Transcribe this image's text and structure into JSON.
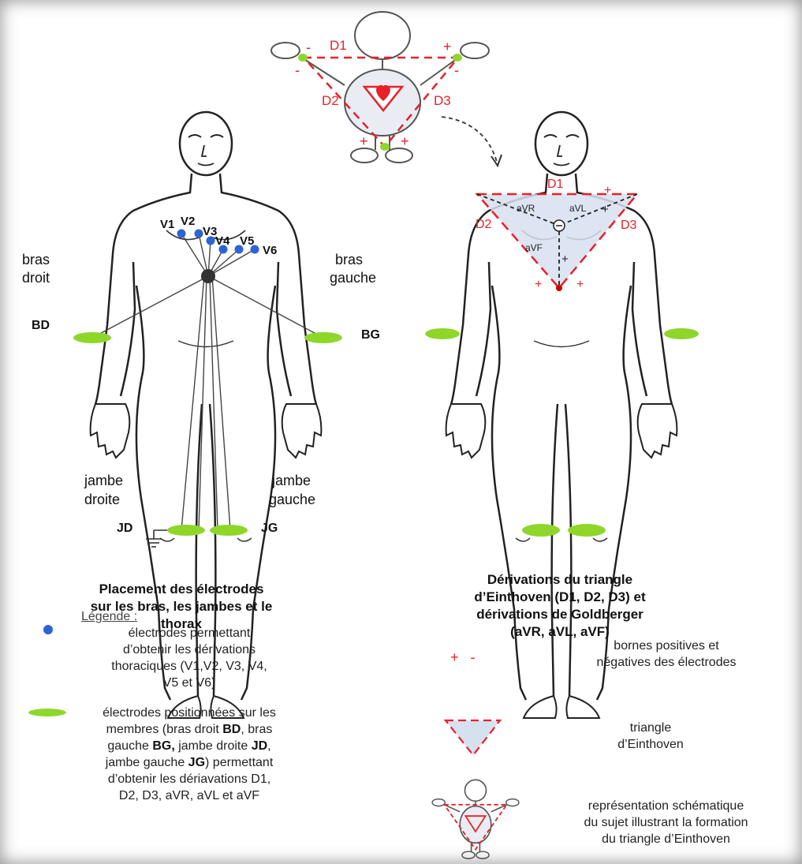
{
  "schema": {
    "labels": {
      "d1": "D1",
      "d2": "D2",
      "d3": "D3",
      "plus": "+",
      "minus": "-"
    }
  },
  "left_figure": {
    "precordial": [
      "V1",
      "V2",
      "V3",
      "V4",
      "V5",
      "V6"
    ],
    "bras_droit": [
      "bras",
      "droit"
    ],
    "bras_gauche": [
      "bras",
      "gauche"
    ],
    "jambe_droite": [
      "jambe",
      "droite"
    ],
    "jambe_gauche": [
      "jambe",
      "gauche"
    ],
    "bd": "BD",
    "bg": "BG",
    "jd": "JD",
    "jg": "JG",
    "caption": [
      "Placement des électrodes",
      "sur les bras, les jambes et le",
      "thorax"
    ]
  },
  "right_figure": {
    "d1": "D1",
    "d2": "D2",
    "d3": "D3",
    "avr": "aVR",
    "avl": "aVL",
    "avf": "aVF",
    "plus": "+",
    "minus": "−",
    "caption": [
      "Dérivations du triangle",
      "d’Einthoven (D1, D2, D3) et",
      "dérivations de Goldberger",
      "(aVR, aVL, aVF)"
    ]
  },
  "legend": {
    "title": "Légende :",
    "blue_dot": [
      "électrodes permettant",
      "d’obtenir les dérivations",
      "thoraciques (V1,V2, V3, V4,",
      "V5 et V6)"
    ],
    "green": {
      "line1": "électrodes positionnées sur les",
      "line2_a": "membres (bras droit ",
      "line2_b": "BD",
      "line2_c": ", bras",
      "line3_a": "gauche ",
      "line3_b": "BG,",
      "line3_c": " jambe droite ",
      "line3_d": "JD",
      "line3_e": ",",
      "line4_a": "jambe gauche ",
      "line4_b": "JG",
      "line4_c": ") permettant",
      "line5": "d’obtenir les déria­vations D1,",
      "line6": "D2, D3, aVR, aVL et aVF"
    },
    "signs_symbol": "+   -",
    "signs": [
      "bornes positives et",
      "négatives des électrodes"
    ],
    "triangle": [
      "triangle",
      "d’Einthoven"
    ],
    "schema": [
      "représentation schématique",
      "du sujet illustrant la formation",
      "du triangle d’Einthoven"
    ]
  },
  "colors": {
    "red": "#e8202a",
    "green": "#8fd62b",
    "blue": "#2e63d6",
    "triangle_fill": "#d6e1ef"
  }
}
